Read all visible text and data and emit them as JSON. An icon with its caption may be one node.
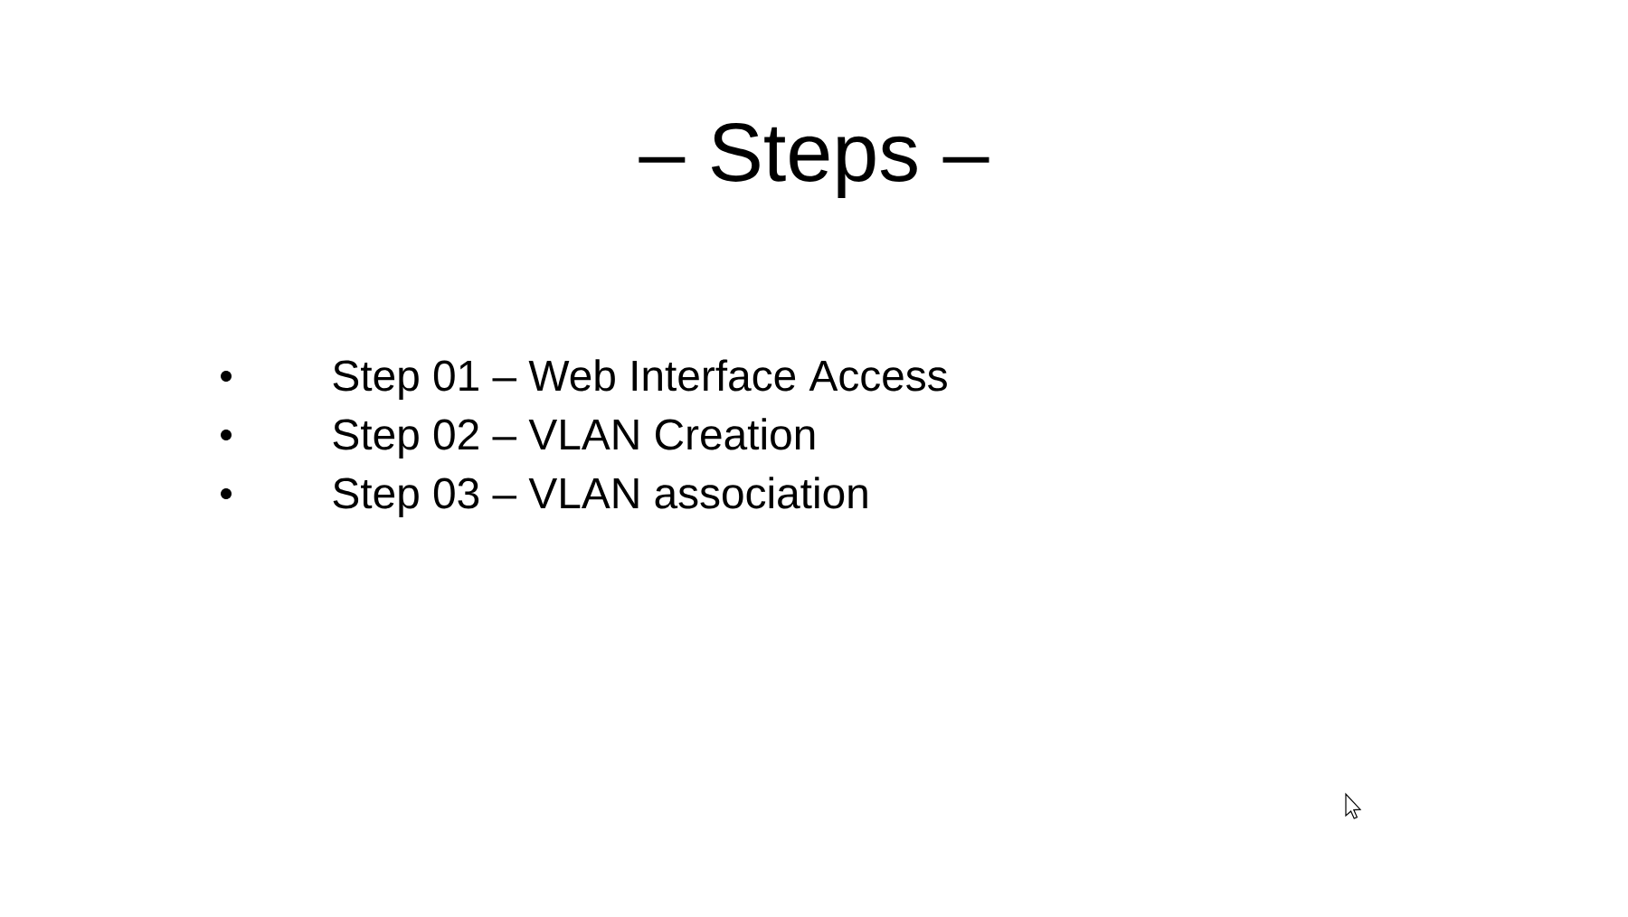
{
  "diagram": {
    "title": "–  Steps –",
    "labels": [
      "Step 01 – Web Interface Access",
      "Step 02 – VLAN Creation",
      "Step 03 – VLAN association"
    ]
  }
}
